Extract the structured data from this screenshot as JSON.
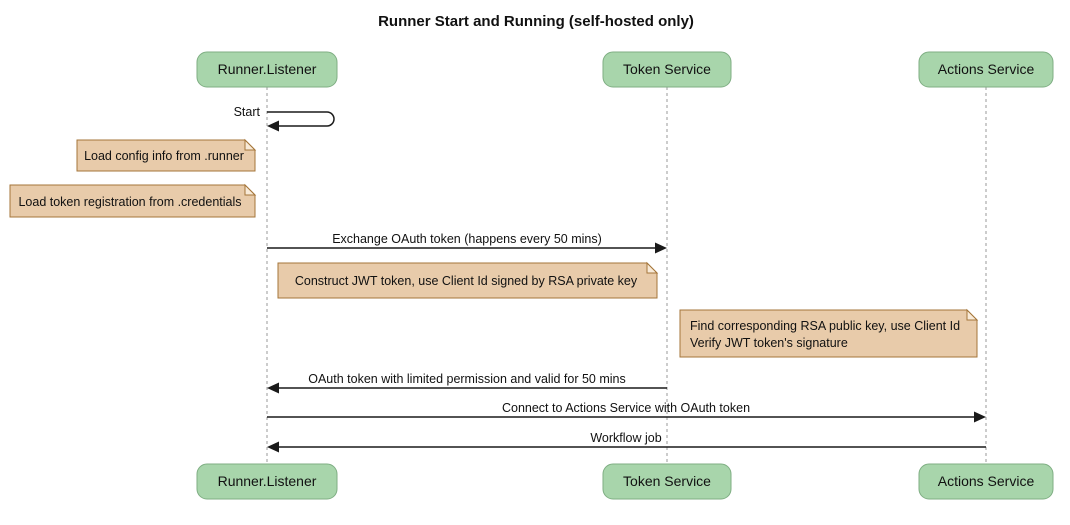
{
  "title": "Runner Start and Running (self-hosted only)",
  "participants": [
    {
      "name": "Runner.Listener"
    },
    {
      "name": "Token Service"
    },
    {
      "name": "Actions Service"
    }
  ],
  "messages": {
    "self_start": "Start",
    "exchange": "Exchange OAuth token (happens every 50 mins)",
    "oauth_return": "OAuth token with limited permission and valid for 50 mins",
    "connect": "Connect to Actions Service with OAuth token",
    "workflow": "Workflow job"
  },
  "notes": {
    "config": "Load config info from .runner",
    "credentials": "Load token registration from .credentials",
    "jwt": "Construct JWT token, use Client Id signed by RSA private key",
    "rsa_line1": "Find corresponding RSA public key, use Client Id",
    "rsa_line2": "Verify JWT token's signature"
  },
  "colors": {
    "background": "#ffffff",
    "participant_fill": "#a8d5ab",
    "participant_border": "#7fae83",
    "note_fill": "#e8cbaa",
    "note_border": "#a5763a",
    "lifeline": "#999999",
    "message_line": "#1a1a1a",
    "text": "#111111"
  }
}
